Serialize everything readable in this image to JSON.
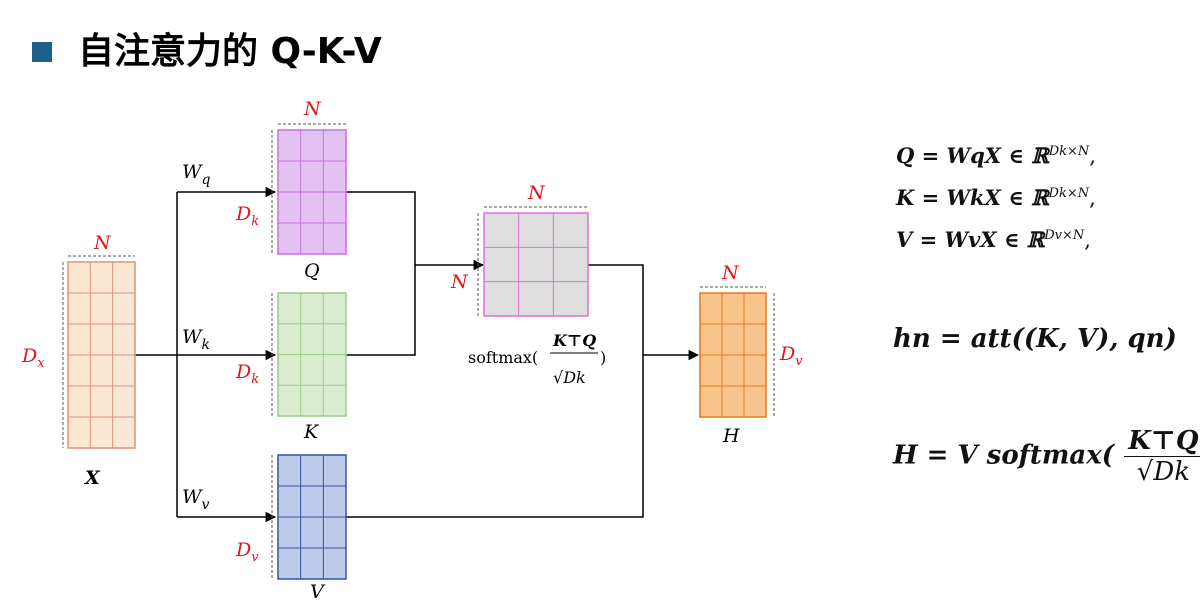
{
  "title": "自注意力的 Q-K-V",
  "labels": {
    "N": "N",
    "Dx": "D",
    "Dx_sub": "x",
    "Dk": "D",
    "Dk_sub": "k",
    "Dv": "D",
    "Dv_sub": "v",
    "X": "X",
    "Q": "Q",
    "K": "K",
    "V": "V",
    "H": "H",
    "Wq": "W",
    "Wq_sub": "q",
    "Wk": "W",
    "Wk_sub": "k",
    "Wv": "W",
    "Wv_sub": "v",
    "softmax_prefix": "softmax(",
    "softmax_num": "K⊤Q",
    "softmax_den": "√Dk",
    "softmax_suffix": ")"
  },
  "formulas": {
    "q": "Q = WqX ∈ ℝ",
    "q_sup": "Dk×N",
    "k": "K = WkX ∈ ℝ",
    "k_sup": "Dk×N",
    "v": "V = WvX ∈ ℝ",
    "v_sup": "Dv×N",
    "comma": ",",
    "hn": "hn = att((K, V), qn)",
    "H_lhs": "H = V softmax(",
    "H_num": "K⊤Q",
    "H_den": "√Dk",
    "H_rhs": "),"
  },
  "colors": {
    "X_fill": "#fbe7d4",
    "X_line": "#d9937a",
    "Q_fill": "#e3c2f2",
    "Q_line": "#c96fe0",
    "K_fill": "#d9ecd0",
    "K_line": "#9ccc8a",
    "V_fill": "#bfcbeb",
    "V_line": "#3355a5",
    "S_fill": "#dedede",
    "S_line": "#e36fd4",
    "H_fill": "#f9c48b",
    "H_line": "#e07a1f",
    "dim_red": "#e0161b"
  }
}
